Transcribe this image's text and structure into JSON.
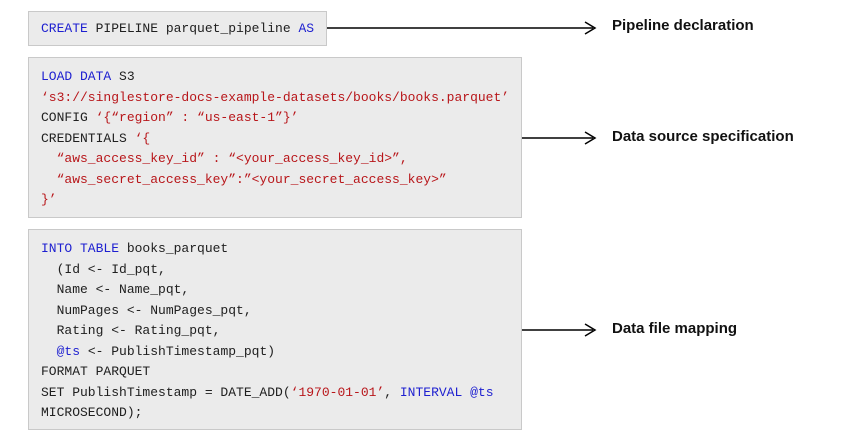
{
  "blocks": {
    "pipeline": {
      "line1": {
        "kw1": "CREATE",
        "txt1": " PIPELINE parquet_pipeline ",
        "kw2": "AS"
      },
      "label": "Pipeline declaration"
    },
    "source": {
      "line1": {
        "kw1": "LOAD DATA",
        "txt1": " S3"
      },
      "line2": {
        "str1": "‘s3://singlestore-docs-example-datasets/books/books.parquet’"
      },
      "line3": {
        "txt1": "CONFIG ",
        "str1": "‘{“region” : “us-east-1”}’"
      },
      "line4": {
        "txt1": "CREDENTIALS ",
        "str1": "‘{"
      },
      "line5": {
        "str1": "  “aws_access_key_id” : “<your_access_key_id>”,"
      },
      "line6": {
        "str1": "  “aws_secret_access_key”:”<your_secret_access_key>”"
      },
      "line7": {
        "str1": "}’"
      },
      "label": "Data source specification"
    },
    "mapping": {
      "line1": {
        "kw1": "INTO TABLE",
        "txt1": " books_parquet"
      },
      "line2": {
        "txt1": "  (Id <- Id_pqt,"
      },
      "line3": {
        "txt1": "  Name <- Name_pqt,"
      },
      "line4": {
        "txt1": "  NumPages <- NumPages_pqt,"
      },
      "line5": {
        "txt1": "  Rating <- Rating_pqt,"
      },
      "line6": {
        "txt0": "  ",
        "kw1": "@ts",
        "txt1": " <- PublishTimestamp_pqt)"
      },
      "line7": {
        "txt1": "FORMAT PARQUET"
      },
      "line8": {
        "txt1": "SET PublishTimestamp = DATE_ADD(",
        "str1": "‘1970-01-01’",
        "txt2": ", ",
        "kw1": "INTERVAL",
        "txt3": " ",
        "kw2": "@ts"
      },
      "line9": {
        "txt1": "MICROSECOND);"
      },
      "label": "Data file mapping"
    }
  },
  "colors": {
    "keyword": "#1d1fd0",
    "string": "#b8161a",
    "text": "#202020",
    "box_background": "#ebebeb",
    "box_border": "#c9c9c9"
  }
}
